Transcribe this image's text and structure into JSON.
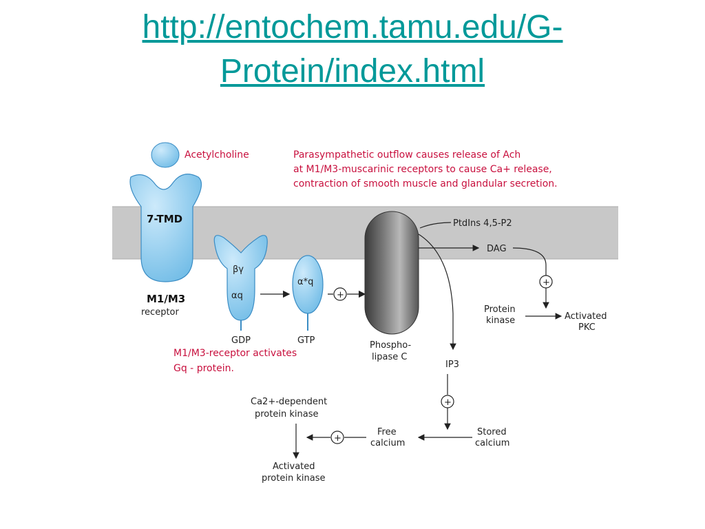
{
  "title": {
    "line1": "http://entochem.tamu.edu/G-",
    "line2": "Protein/index.html"
  },
  "colors": {
    "link": "#009999",
    "annotation": "#c8103e",
    "membrane": "#c8c8c8",
    "protein_fill": "#8fcdf0"
  },
  "diagram": {
    "acetylcholine": "Acetylcholine",
    "note": [
      "Parasympathetic outflow causes release of Ach",
      "at M1/M3-muscarinic receptors to cause Ca+ release,",
      "contraction of smooth muscle and glandular secretion."
    ],
    "receptor_core": "7-TMD",
    "receptor_name": [
      "M1/M3",
      "receptor"
    ],
    "beta_gamma": "βγ",
    "alpha_q": "αq",
    "alpha_star_q": "α*q",
    "gdp": "GDP",
    "gtp": "GTP",
    "gq_note": [
      "M1/M3-receptor activates",
      "Gq - protein."
    ],
    "plc": [
      "Phospho-",
      "lipase C"
    ],
    "pip2": "PtdIns 4,5-P2",
    "dag": "DAG",
    "ip3": "IP3",
    "protein_kinase": [
      "Protein",
      "kinase"
    ],
    "activated_pkc": [
      "Activated",
      "PKC"
    ],
    "stored_calcium": [
      "Stored",
      "calcium"
    ],
    "free_calcium": [
      "Free",
      "calcium"
    ],
    "ca_kinase": [
      "Ca2+-dependent",
      "protein kinase"
    ],
    "activated_kinase": [
      "Activated",
      "protein kinase"
    ],
    "plus": "+"
  }
}
